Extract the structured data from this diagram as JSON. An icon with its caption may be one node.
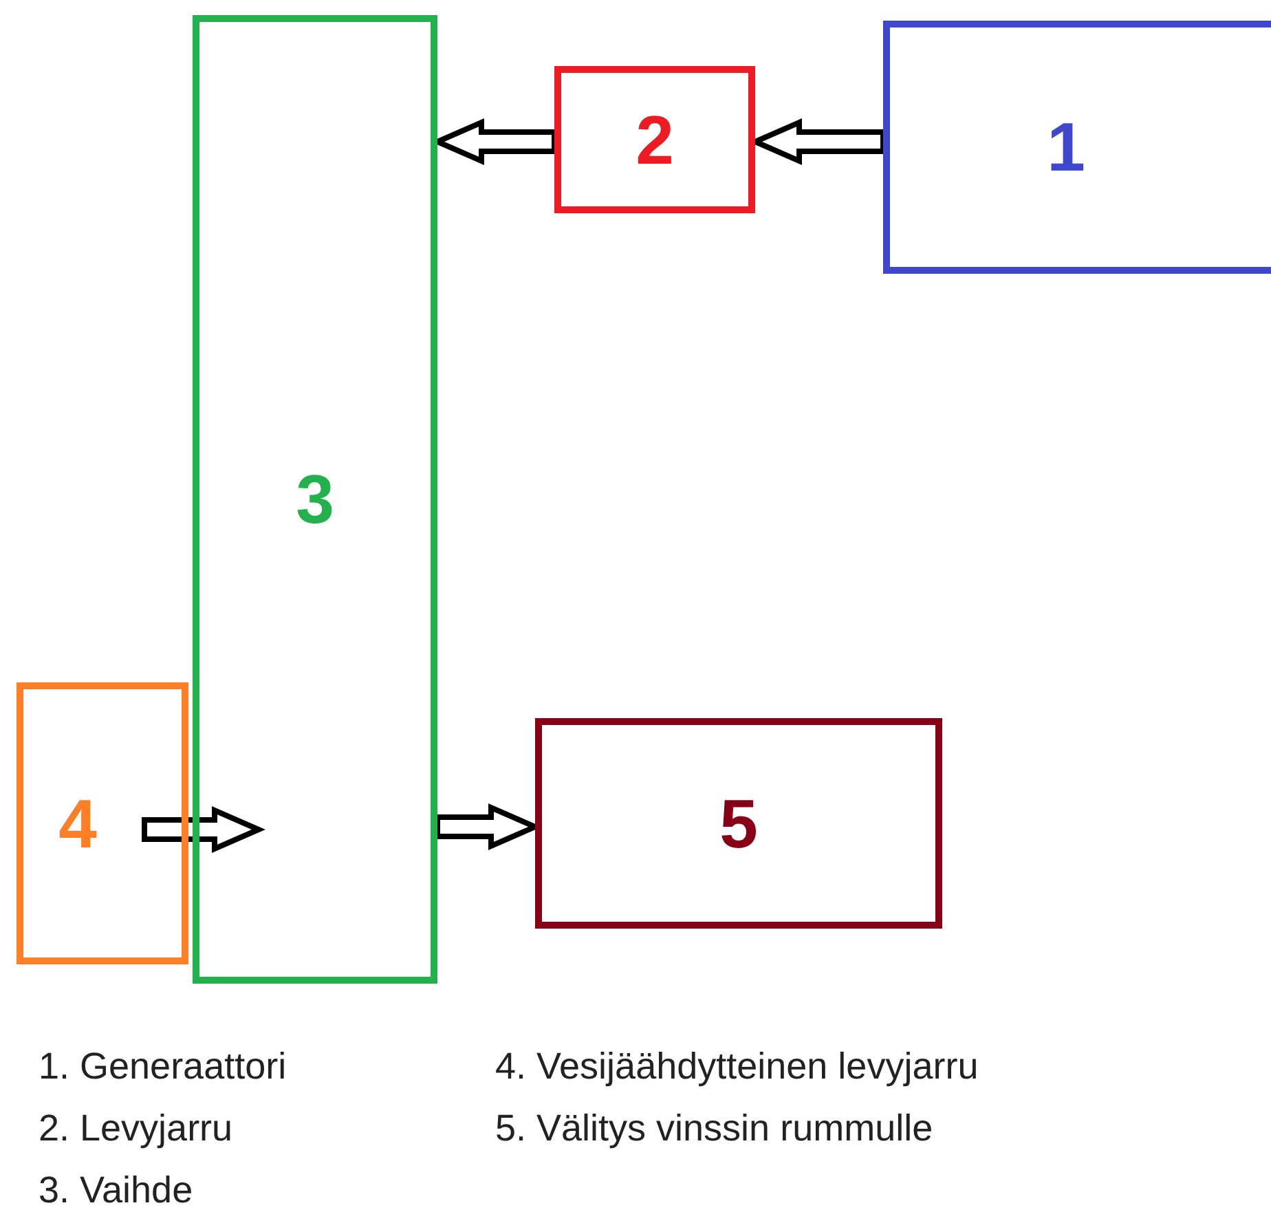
{
  "diagram": {
    "nodes": [
      {
        "text": [
          "1"
        ]
      },
      {
        "text": [
          "2"
        ]
      },
      {
        "text": [
          "3"
        ]
      },
      {
        "text": [
          "4"
        ]
      },
      {
        "text": [
          "5"
        ]
      }
    ],
    "edges": [
      {
        "from": 0,
        "to": 1,
        "arrow": "to"
      },
      {
        "from": 1,
        "to": 2,
        "arrow": "to"
      },
      {
        "from": 3,
        "to": 2,
        "arrow": "to"
      },
      {
        "from": 2,
        "to": 4,
        "arrow": "to"
      }
    ],
    "labels": [
      "1. Generaattori",
      "2. Levyjarru",
      "3. Vaihde",
      "4. Vesijäähdytteinen levyjarru",
      "5. Välitys vinssin rummulle"
    ]
  }
}
